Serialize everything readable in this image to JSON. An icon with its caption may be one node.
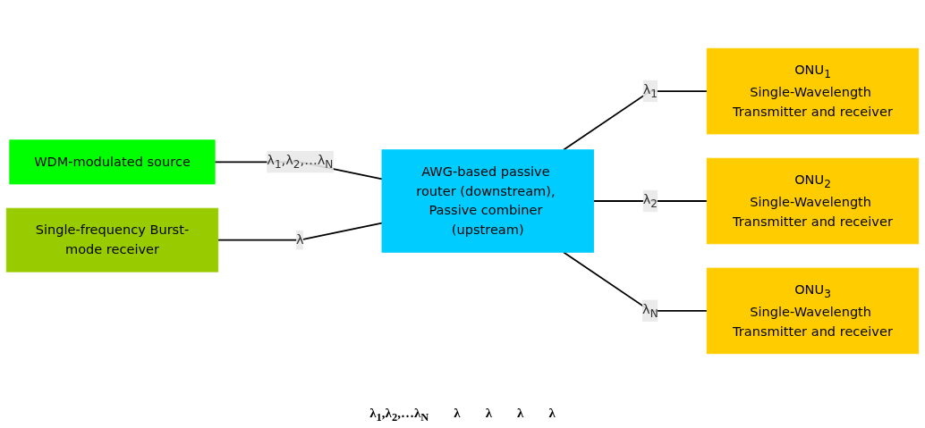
{
  "diagram": {
    "nodes": [
      {
        "text": [
          "WDM-modulated source"
        ]
      },
      {
        "text": [
          "Single-frequency Burst-mode receiver"
        ]
      },
      {
        "text": [
          "AWG-based passive router (downstream), Passive combiner (upstream)"
        ]
      },
      {
        "text": [
          "ONU$_{1}$",
          "Single-Wavelength Transmitter and receiver"
        ]
      },
      {
        "text": [
          "ONU$_{2}$",
          "Single-Wavelength Transmitter and receiver"
        ]
      },
      {
        "text": [
          "ONU$_{3}$",
          "Single-Wavelength Transmitter and receiver"
        ]
      }
    ],
    "edges": [
      {
        "from": 0,
        "to": 2,
        "arrow": "none",
        "label": "λ$_{1}$,λ$_{2}$,…λ$_{N}$"
      },
      {
        "from": 1,
        "to": 2,
        "arrow": "none",
        "label": "λ"
      },
      {
        "from": 2,
        "to": 3,
        "arrow": "none",
        "label": "λ$_{1}$"
      },
      {
        "from": 2,
        "to": 4,
        "arrow": "none",
        "label": "λ$_{2}$"
      },
      {
        "from": 2,
        "to": 5,
        "arrow": "none",
        "label": "λ$_{N}$"
      }
    ],
    "labels": [
      "λ$_{1}$,λ$_{2}$,…λ$_{N}$",
      "λ",
      "λ",
      "λ",
      "λ"
    ]
  }
}
